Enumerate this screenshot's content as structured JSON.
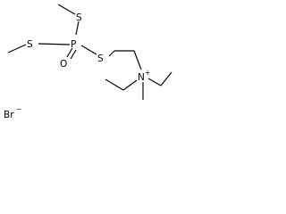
{
  "molecule": {
    "atoms": {
      "s_methyl_top": "S",
      "s_methyl_left": "S",
      "phosphorus": "P",
      "oxygen": "O",
      "s_thioether": "S",
      "nitrogen": "N",
      "nitrogen_charge": "+",
      "bromine": "Br",
      "bromine_charge": "−"
    },
    "colors": {
      "bond": "#000000",
      "label": "#000000",
      "background": "#ffffff"
    }
  }
}
